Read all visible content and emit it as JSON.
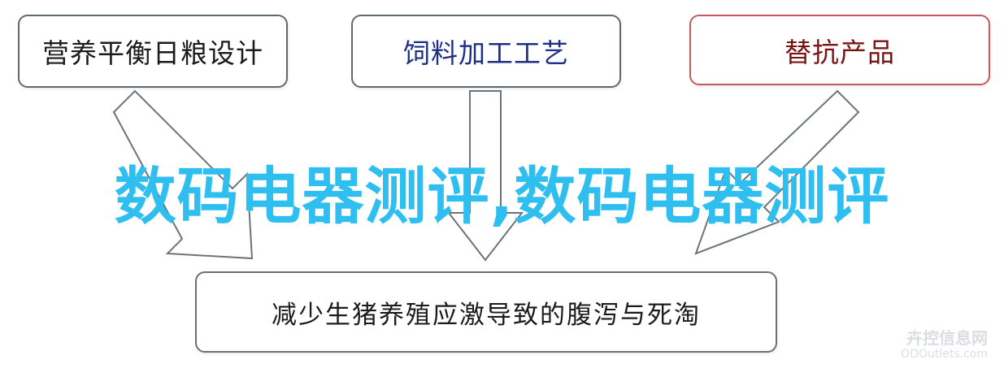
{
  "boxes": {
    "top_left": "营养平衡日粮设计",
    "top_middle": "饲料加工工艺",
    "top_right": "替抗产品",
    "bottom": "减少生猪养殖应激导致的腹泻与死淘"
  },
  "overlay_title": "数码电器测评,数码电器测评",
  "watermark": {
    "line1": "卉控信息网",
    "line2": "ODOutlets.com"
  },
  "colors": {
    "overlay": "#2ebff0",
    "box_border": "#5e6a73",
    "top_middle_text": "#1f2f86",
    "top_right_border": "#c45a5a",
    "arrow_fill": "#ffffff",
    "arrow_stroke": "#6b747c"
  }
}
